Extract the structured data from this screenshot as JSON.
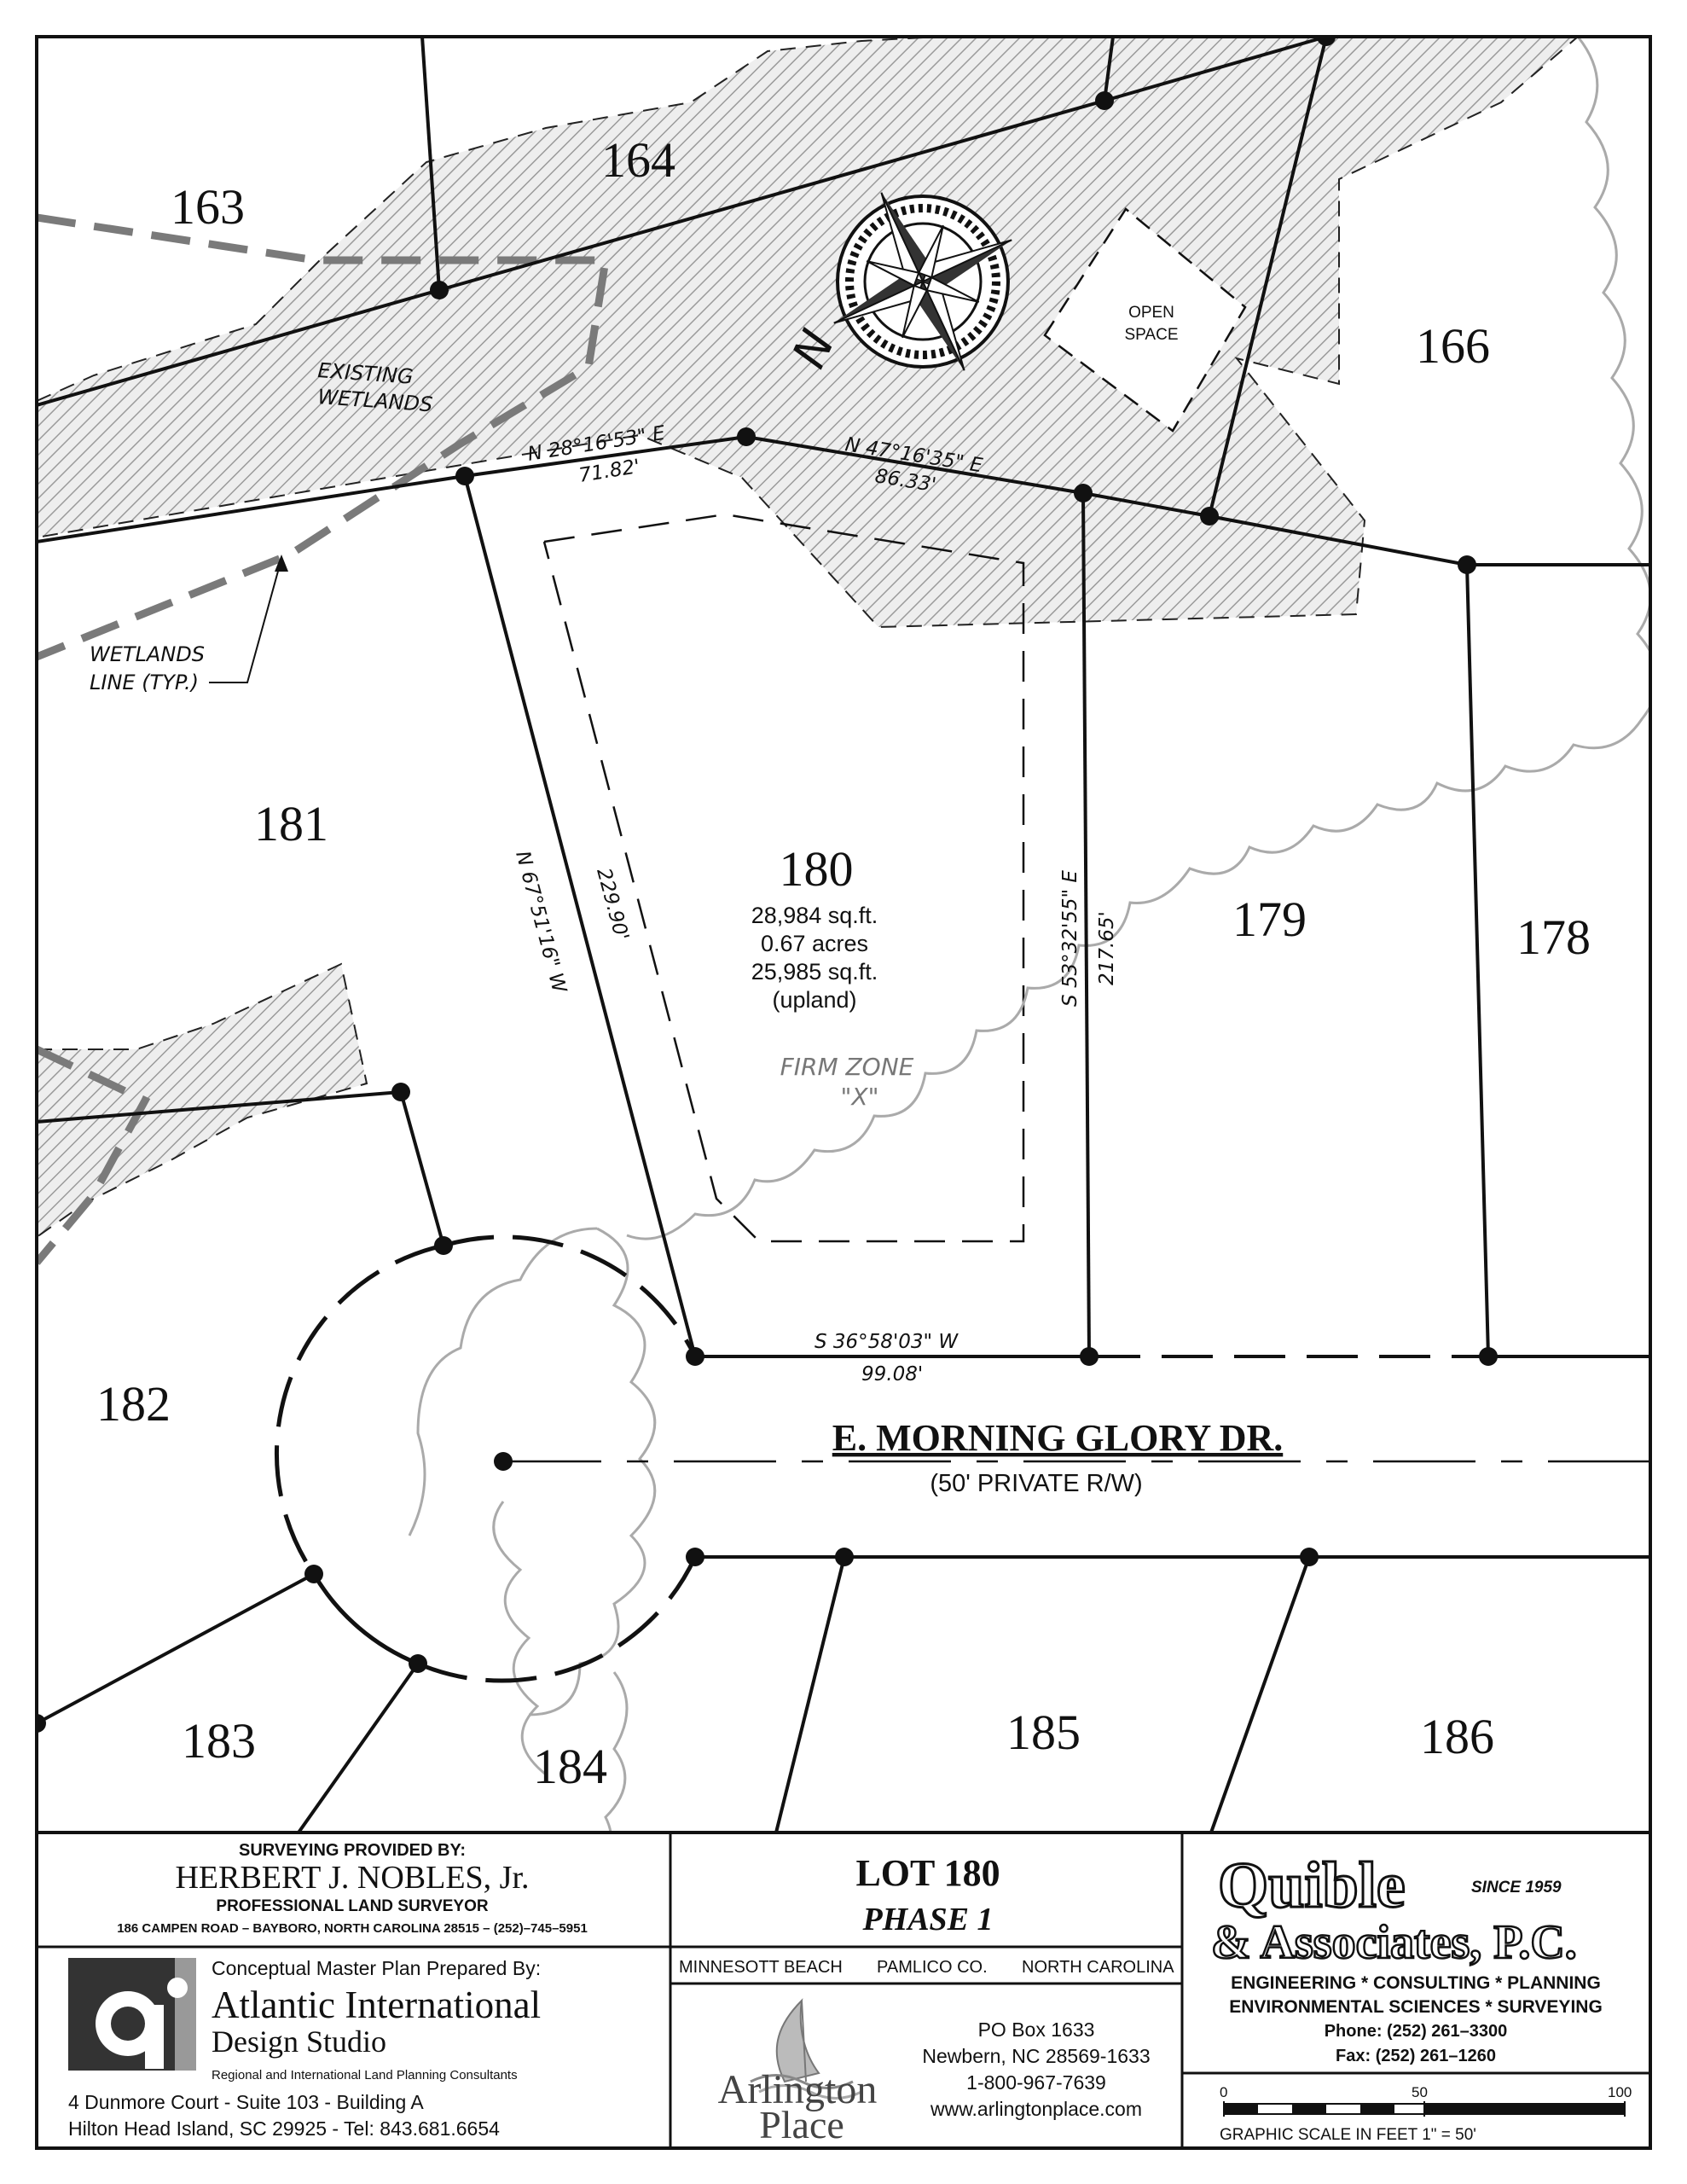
{
  "map": {
    "north_label": "N",
    "lots": [
      {
        "id": "163",
        "label": "163"
      },
      {
        "id": "164",
        "label": "164"
      },
      {
        "id": "166",
        "label": "166"
      },
      {
        "id": "181",
        "label": "181"
      },
      {
        "id": "179",
        "label": "179"
      },
      {
        "id": "178",
        "label": "178"
      },
      {
        "id": "182",
        "label": "182"
      },
      {
        "id": "183",
        "label": "183"
      },
      {
        "id": "184",
        "label": "184"
      },
      {
        "id": "185",
        "label": "185"
      },
      {
        "id": "186",
        "label": "186"
      }
    ],
    "subject_lot": {
      "label": "180",
      "area_sqft": "28,984 sq.ft.",
      "area_acres": "0.67 acres",
      "upland_sqft": "25,985 sq.ft.",
      "upland_note": "(upland)"
    },
    "annotations": {
      "existing_wetlands_1": "EXISTING",
      "existing_wetlands_2": "WETLANDS",
      "wetlands_line_1": "WETLANDS",
      "wetlands_line_2": "LINE (TYP.)",
      "open_space_1": "OPEN",
      "open_space_2": "SPACE",
      "firm_zone_1": "FIRM ZONE",
      "firm_zone_2": "\"X\""
    },
    "bearings": {
      "nw_line_bearing": "N 28°16'53\" E",
      "nw_line_distance": "71.82'",
      "ne_line_bearing": "N 47°16'35\" E",
      "ne_line_distance": "86.33'",
      "west_line_bearing": "N 67°51'16\" W",
      "west_line_distance": "229.90'",
      "east_line_bearing": "S 53°32'55\" E",
      "east_line_distance": "217.65'",
      "south_line_bearing": "S 36°58'03\" W",
      "south_line_distance": "99.08'"
    },
    "road": {
      "name": "E. MORNING GLORY DR.",
      "note": "(50' PRIVATE R/W)"
    }
  },
  "title_block": {
    "surveyor": {
      "heading": "SURVEYING PROVIDED BY:",
      "name": "HERBERT J. NOBLES, Jr.",
      "title": "PROFESSIONAL LAND SURVEYOR",
      "address": "186 CAMPEN ROAD – BAYBORO, NORTH CAROLINA 28515 – (252)–745–5951"
    },
    "planner": {
      "heading": "Conceptual Master Plan Prepared By:",
      "name_1": "Atlantic International",
      "name_2": "Design Studio",
      "tagline": "Regional and International Land Planning Consultants",
      "address_1": "4 Dunmore Court - Suite 103 - Building A",
      "address_2": "Hilton Head Island, SC  29925 - Tel:  843.681.6654"
    },
    "lot_title": "LOT 180",
    "phase": "PHASE 1",
    "location": {
      "town": "MINNESOTT BEACH",
      "county": "PAMLICO CO.",
      "state": "NORTH CAROLINA"
    },
    "development": {
      "name_1": "Arlington",
      "name_2": "Place",
      "po_box": "PO Box 1633",
      "city": "Newbern, NC 28569-1633",
      "phone": "1-800-967-7639",
      "web": "www.arlingtonplace.com"
    },
    "engineer": {
      "name_1": "Quible",
      "since": "SINCE 1959",
      "name_2": "& Associates, P.C.",
      "services_1": "ENGINEERING * CONSULTING * PLANNING",
      "services_2": "ENVIRONMENTAL SCIENCES * SURVEYING",
      "phone": "Phone:  (252)  261–3300",
      "fax": "Fax:  (252)  261–1260"
    },
    "scale": {
      "tick_0": "0",
      "tick_50": "50",
      "tick_100": "100",
      "caption": "GRAPHIC SCALE IN FEET 1\" = 50'"
    }
  },
  "colors": {
    "line": "#111111",
    "hatch": "#9a9a9a",
    "wetland_line": "#7a7a7a",
    "flood_scallop": "#b0b0b0"
  }
}
